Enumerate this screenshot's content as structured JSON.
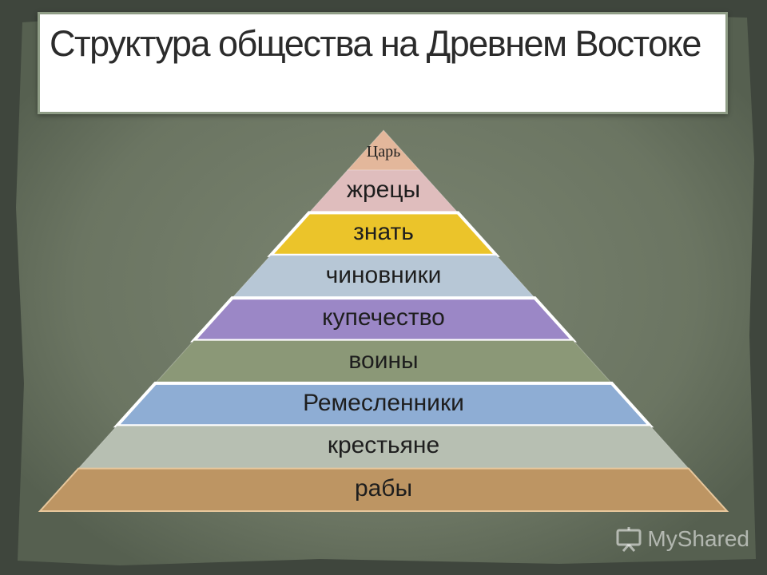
{
  "title": "Структура общества на Древнем Востоке",
  "tiers": [
    {
      "label": "Царь",
      "color": "#e3b79b"
    },
    {
      "label": "жрецы",
      "color": "#dfbdbd"
    },
    {
      "label": "знать",
      "color": "#ebc42a"
    },
    {
      "label": "чиновники",
      "color": "#b7c7d6"
    },
    {
      "label": "купечество",
      "color": "#9b87c6"
    },
    {
      "label": "воины",
      "color": "#8b9877"
    },
    {
      "label": "Ремесленники",
      "color": "#8eadd4"
    },
    {
      "label": "крестьяне",
      "color": "#b7bfb2"
    },
    {
      "label": "рабы",
      "color": "#bd9563"
    }
  ],
  "watermark": "MyShared",
  "colors": {
    "background": "#3f463d",
    "paper": "#6f7a66",
    "title_bg": "#ffffff"
  }
}
